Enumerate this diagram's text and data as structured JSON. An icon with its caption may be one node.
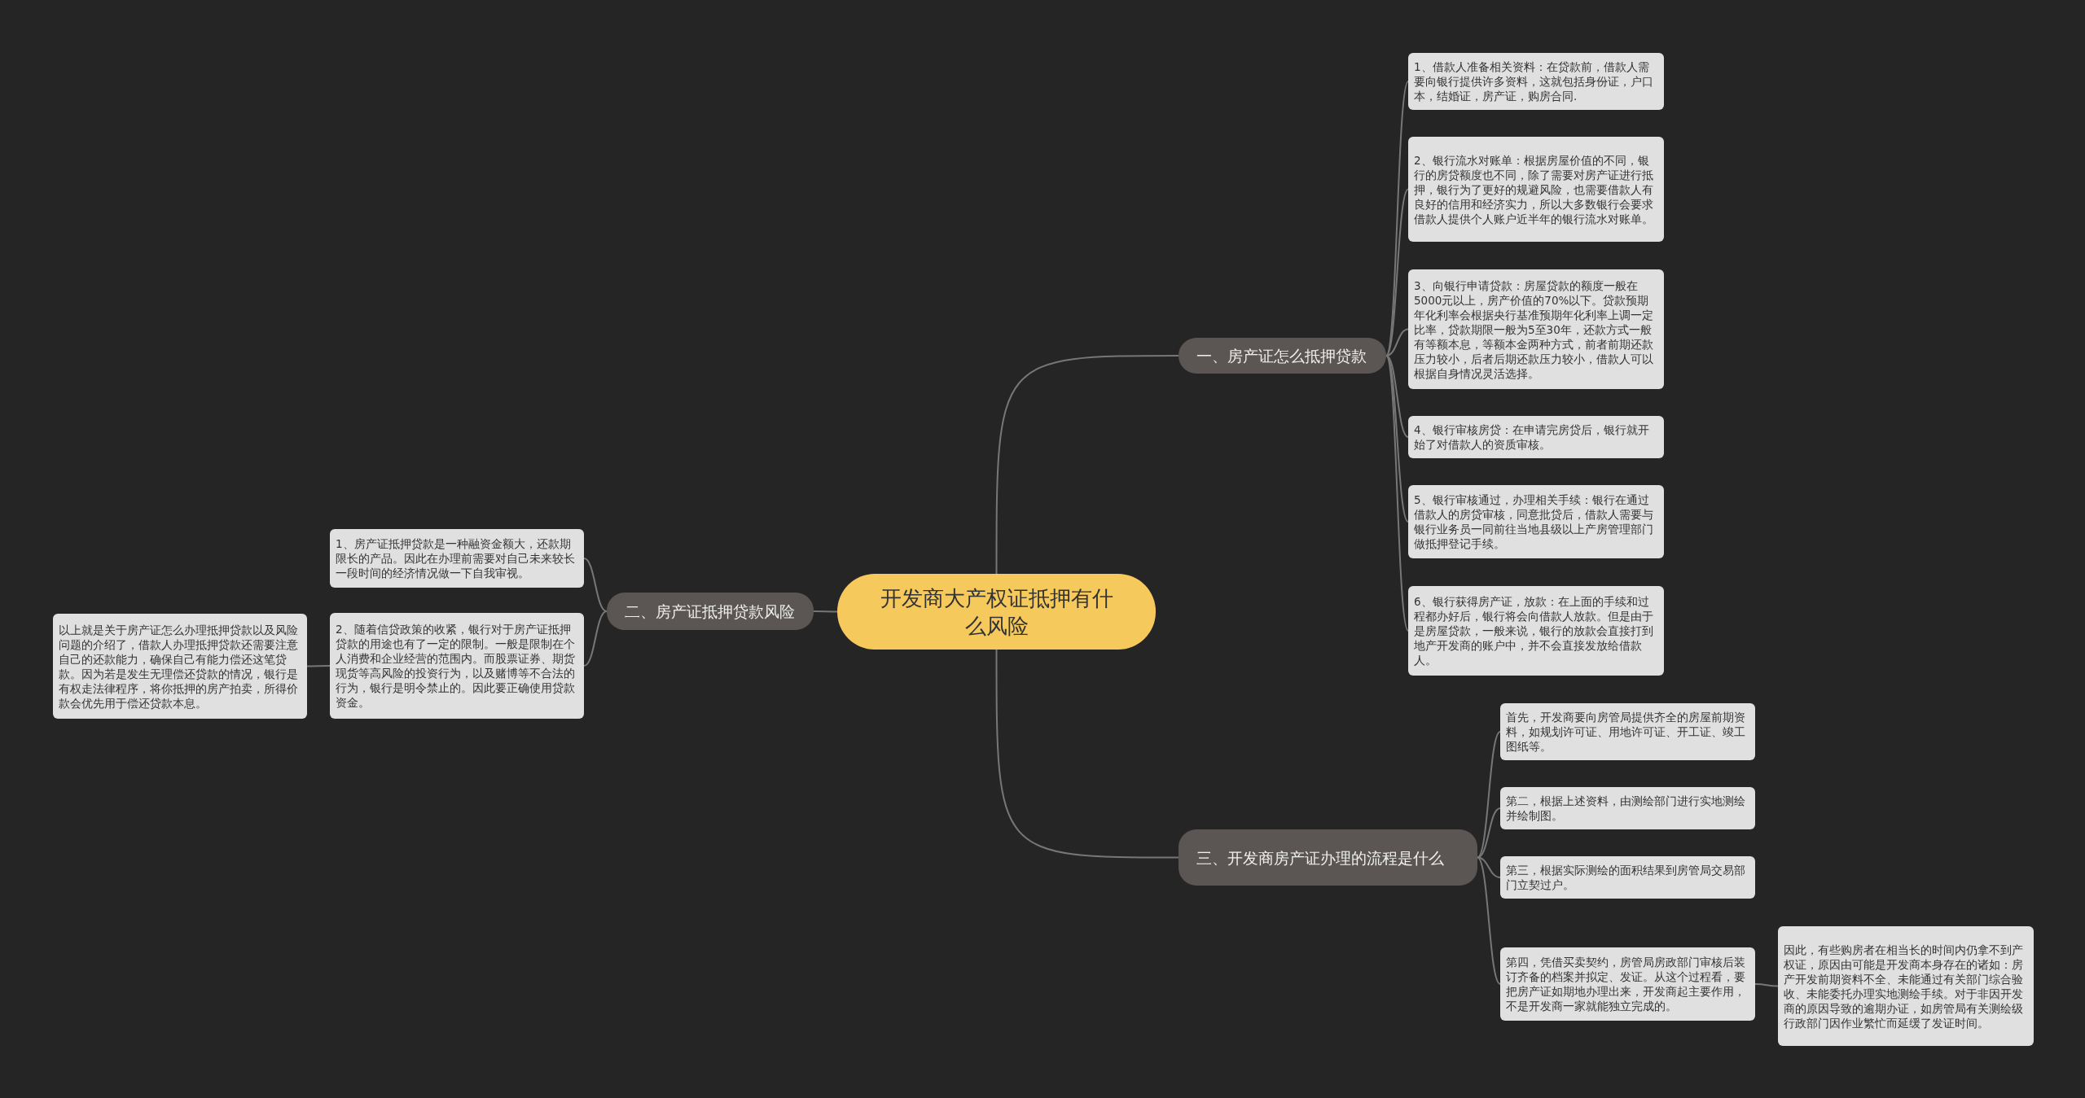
{
  "diagram": {
    "nodes": [
      {
        "text": [
          "开发商大产权证抵押有什么风险"
        ]
      },
      {
        "text": [
          "一、房产证怎么抵押贷款"
        ]
      },
      {
        "text": [
          "1、借款人准备相关资料：在贷款前，借款人需要向银行提供许多资料，这就包括身份证，户口本，结婚证，房产证，购房合同."
        ]
      },
      {
        "text": [
          "2、银行流水对账单：根据房屋价值的不同，银行的房贷额度也不同，除了需要对房产证进行抵押，银行为了更好的规避风险，也需要借款人有良好的信用和经济实力，所以大多数银行会要求借款人提供个人账户近半年的银行流水对账单。"
        ]
      },
      {
        "text": [
          "3、向银行申请贷款：房屋贷款的额度一般在5000元以上，房产价值的70%以下。贷款预期年化利率会根据央行基准预期年化利率上调一定比率，贷款期限一般为5至30年，还款方式一般有等额本息，等额本金两种方式，前者前期还款压力较小，后者后期还款压力较小，借款人可以根据自身情况灵活选择。"
        ]
      },
      {
        "text": [
          "4、银行审核房贷：在申请完房贷后，银行就开始了对借款人的资质审核。"
        ]
      },
      {
        "text": [
          "5、银行审核通过，办理相关手续：银行在通过借款人的房贷审核，同意批贷后，借款人需要与银行业务员一同前往当地县级以上产房管理部门做抵押登记手续。"
        ]
      },
      {
        "text": [
          "6、银行获得房产证，放款：在上面的手续和过程都办好后，银行将会向借款人放款。但是由于是房屋贷款，一般来说，银行的放款会直接打到地产开发商的账户中，并不会直接发放给借款人。"
        ]
      },
      {
        "text": [
          "二、房产证抵押贷款风险"
        ]
      },
      {
        "text": [
          "1、房产证抵押贷款是一种融资金额大，还款期限长的产品。因此在办理前需要对自己未来较长一段时间的经济情况做一下自我审视。"
        ]
      },
      {
        "text": [
          "2、随着信贷政策的收紧，银行对于房产证抵押贷款的用途也有了一定的限制。一般是限制在个人消费和企业经营的范围内。而股票证券、期货现货等高风险的投资行为，以及赌博等不合法的行为，银行是明令禁止的。因此要正确使用贷款资金。"
        ]
      },
      {
        "text": [
          "以上就是关于房产证怎么办理抵押贷款以及风险问题的介绍了，借款人办理抵押贷款还需要注意自己的还款能力，确保自己有能力偿还这笔贷款。因为若是发生无理偿还贷款的情况，银行是有权走法律程序，将你抵押的房产拍卖，所得价款会优先用于偿还贷款本息。"
        ]
      },
      {
        "text": [
          "三、开发商房产证办理的流程是什么"
        ]
      },
      {
        "text": [
          "首先，开发商要向房管局提供齐全的房屋前期资料，如规划许可证、用地许可证、开工证、竣工图纸等。"
        ]
      },
      {
        "text": [
          "第二，根据上述资料，由测绘部门进行实地测绘并绘制图。"
        ]
      },
      {
        "text": [
          "第三，根据实际测绘的面积结果到房管局交易部门立契过户。"
        ]
      },
      {
        "text": [
          "第四，凭借买卖契约，房管局房政部门审核后装订齐备的档案并拟定、发证。从这个过程看，要把房产证如期地办理出来，开发商起主要作用，不是开发商一家就能独立完成的。"
        ]
      },
      {
        "text": [
          "因此，有些购房者在相当长的时间内仍拿不到产权证，原因由可能是开发商本身存在的诸如：房产开发前期资料不全、未能通过有关部门综合验收、未能委托办理实地测绘手续。对于非因开发商的原因导致的逾期办证，如房管局有关测绘级行政部门因作业繁忙而延缓了发证时间。"
        ]
      }
    ],
    "edges": [
      {
        "from": 0,
        "to": 1,
        "arrow": "none"
      },
      {
        "from": 1,
        "to": 2,
        "arrow": "none"
      },
      {
        "from": 1,
        "to": 3,
        "arrow": "none"
      },
      {
        "from": 1,
        "to": 4,
        "arrow": "none"
      },
      {
        "from": 1,
        "to": 5,
        "arrow": "none"
      },
      {
        "from": 1,
        "to": 6,
        "arrow": "none"
      },
      {
        "from": 1,
        "to": 7,
        "arrow": "none"
      },
      {
        "from": 0,
        "to": 8,
        "arrow": "none"
      },
      {
        "from": 8,
        "to": 9,
        "arrow": "none"
      },
      {
        "from": 8,
        "to": 10,
        "arrow": "none"
      },
      {
        "from": 10,
        "to": 11,
        "arrow": "none"
      },
      {
        "from": 0,
        "to": 12,
        "arrow": "none"
      },
      {
        "from": 12,
        "to": 13,
        "arrow": "none"
      },
      {
        "from": 12,
        "to": 14,
        "arrow": "none"
      },
      {
        "from": 12,
        "to": 15,
        "arrow": "none"
      },
      {
        "from": 12,
        "to": 16,
        "arrow": "none"
      },
      {
        "from": 16,
        "to": 17,
        "arrow": "none"
      }
    ]
  }
}
